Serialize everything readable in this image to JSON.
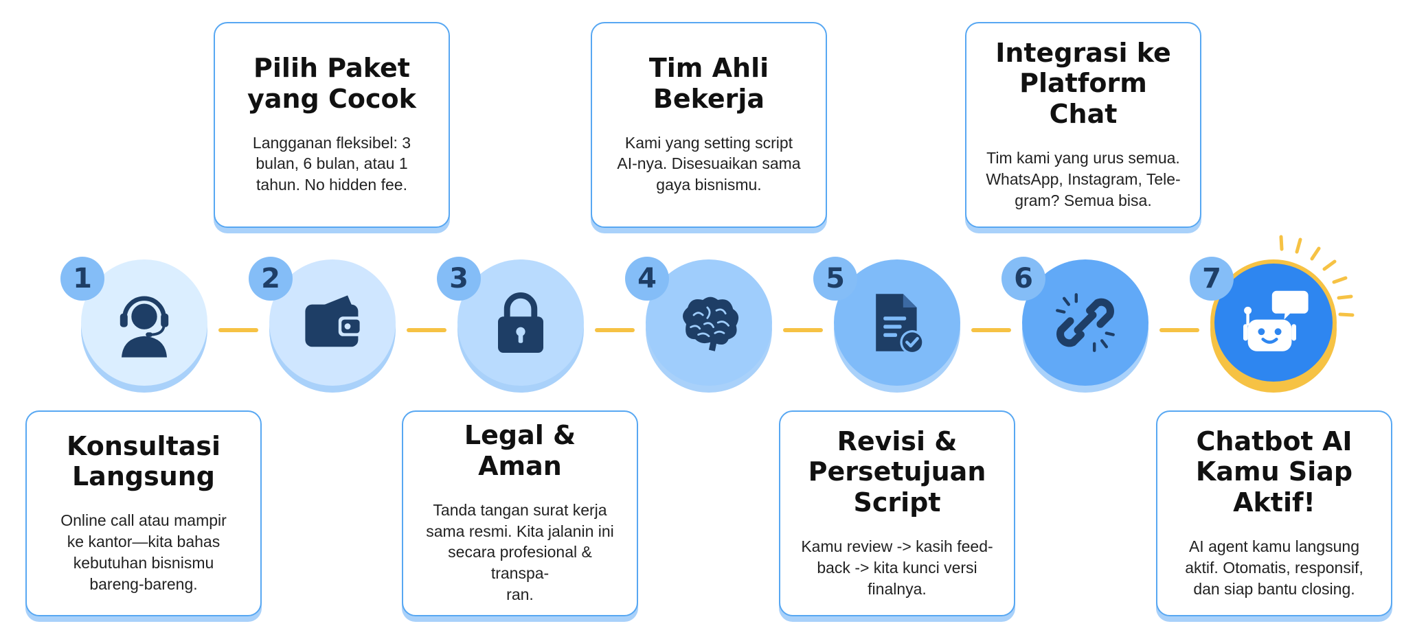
{
  "colors": {
    "card_border": "#57A7F2",
    "card_shadow": "#A9D1FA",
    "connector": "#F6C244",
    "badge": "#84BDF7",
    "icon_dark": "#1E3E66",
    "final_circle": "#2E86F0"
  },
  "steps": [
    {
      "number": "1",
      "title": "Konsultasi\nLangsung",
      "description": "Online call atau mampir\nke kantor—kita bahas\nkebutuhan bisnismu\nbareng-bareng.",
      "icon": "headset-person-icon",
      "circle_color": "#DBEEFF"
    },
    {
      "number": "2",
      "title": "Pilih Paket\nyang Cocok",
      "description": "Langganan fleksibel: 3\nbulan, 6 bulan, atau 1\ntahun. No hidden fee.",
      "icon": "wallet-icon",
      "circle_color": "#CFE6FF"
    },
    {
      "number": "3",
      "title": "Legal &\nAman",
      "description": "Tanda tangan surat kerja\nsama resmi. Kita jalanin ini\nsecara profesional & transpa-\nran.",
      "icon": "lock-icon",
      "circle_color": "#B9DBFE"
    },
    {
      "number": "4",
      "title": "Tim Ahli\nBekerja",
      "description": "Kami yang setting script\nAI-nya. Disesuaikan sama\ngaya bisnismu.",
      "icon": "brain-icon",
      "circle_color": "#9FCDFC"
    },
    {
      "number": "5",
      "title": "Revisi &\nPersetujuan\nScript",
      "description": "Kamu review -> kasih feed-\nback -> kita kunci versi\nfinalnya.",
      "icon": "document-check-icon",
      "circle_color": "#7FBBF9"
    },
    {
      "number": "6",
      "title": "Integrasi ke\nPlatform Chat",
      "description": "Tim kami yang urus semua.\nWhatsApp, Instagram, Tele-\ngram? Semua bisa.",
      "icon": "chain-link-icon",
      "circle_color": "#61A9F7"
    },
    {
      "number": "7",
      "title": "Chatbot AI\nKamu Siap\nAktif!",
      "description": "AI agent kamu langsung\naktif. Otomatis, responsif,\ndan siap bantu closing.",
      "icon": "chatbot-robot-icon",
      "circle_color": "#2E86F0"
    }
  ]
}
